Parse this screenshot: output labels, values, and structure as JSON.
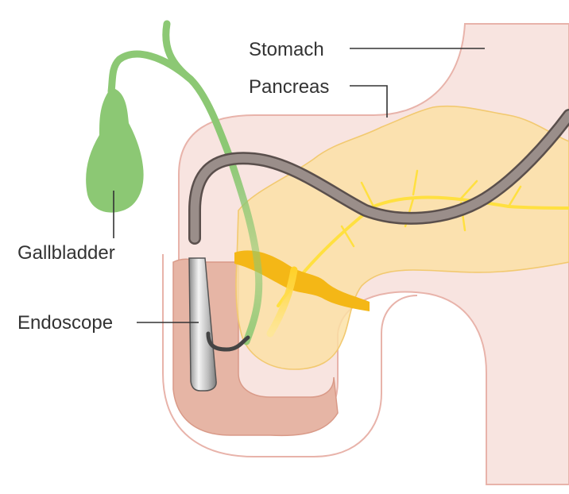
{
  "labels": {
    "stomach": "Stomach",
    "pancreas": "Pancreas",
    "gallbladder": "Gallbladder",
    "endoscope": "Endoscope"
  },
  "colors": {
    "stomach_fill": "#f8e4e0",
    "stomach_outline": "#e8b3aa",
    "duodenum_inner": "#e6b5a5",
    "pancreas_fill": "#fbe0a3",
    "pancreas_outline": "#f2c970",
    "bile_duct": "#8cc874",
    "pancreatic_duct": "#ffe040",
    "endoscope_tube": "#9a8e8a",
    "endoscope_tip": "#cfcfcf",
    "label_text": "#333333",
    "leader_line": "#333333"
  }
}
